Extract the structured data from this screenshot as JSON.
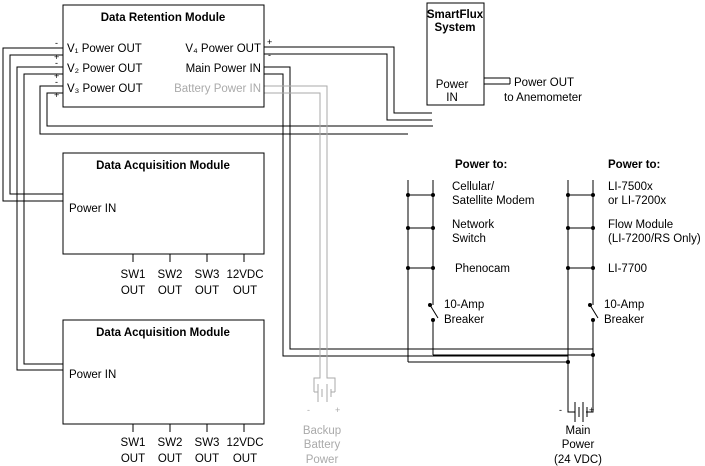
{
  "drm": {
    "title": "Data Retention Module",
    "v1": "V₁ Power OUT",
    "v2": "V₂ Power OUT",
    "v3": "V₃ Power OUT",
    "v4": "V₄ Power OUT",
    "main_in": "Main Power IN",
    "battery_in": "Battery Power IN"
  },
  "smartflux": {
    "title1": "SmartFlux",
    "title2": "System",
    "power1": "Power",
    "power2": "IN",
    "out1": "Power OUT",
    "out2": "to Anemometer"
  },
  "dam1": {
    "title": "Data Acquisition Module",
    "power_in": "Power IN",
    "sw1a": "SW1",
    "sw1b": "OUT",
    "sw2a": "SW2",
    "sw2b": "OUT",
    "sw3a": "SW3",
    "sw3b": "OUT",
    "v12a": "12VDC",
    "v12b": "OUT"
  },
  "dam2": {
    "title": "Data Acquisition Module",
    "power_in": "Power IN",
    "sw1a": "SW1",
    "sw1b": "OUT",
    "sw2a": "SW2",
    "sw2b": "OUT",
    "sw3a": "SW3",
    "sw3b": "OUT",
    "v12a": "12VDC",
    "v12b": "OUT"
  },
  "left_bus": {
    "header": "Power to:",
    "item1a": "Cellular/",
    "item1b": "Satellite Modem",
    "item2a": "Network",
    "item2b": "Switch",
    "item3": "Phenocam",
    "breaker1": "10-Amp",
    "breaker2": "Breaker"
  },
  "right_bus": {
    "header": "Power to:",
    "item1a": "LI-7500x",
    "item1b": "or LI-7200x",
    "item2a": "Flow Module",
    "item2b": "(LI-7200/RS Only)",
    "item3": "LI-7700",
    "breaker1": "10-Amp",
    "breaker2": "Breaker"
  },
  "backup": {
    "l1": "Backup",
    "l2": "Battery",
    "l3": "Power"
  },
  "main_power": {
    "l1": "Main",
    "l2": "Power",
    "l3": "(24 VDC)"
  },
  "polarity": {
    "plus": "+",
    "minus": "-"
  }
}
